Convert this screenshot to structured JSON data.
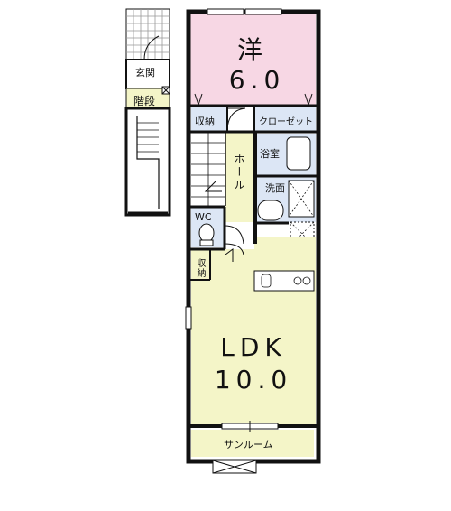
{
  "rooms": {
    "western": {
      "name": "洋",
      "size": "6.0"
    },
    "storage_top": "収納",
    "closet": "クローゼット",
    "hall": "ホール",
    "bath": "浴室",
    "washroom": "洗面",
    "wc": "WC",
    "storage_small": "収納",
    "ldk": {
      "name": "LDK",
      "size": "10.0"
    },
    "sunroom": "サンルーム",
    "entrance": "玄関",
    "stairs": "階段"
  },
  "colors": {
    "western_fill": "#f7d7e4",
    "storage_fill": "#dce6f5",
    "ldk_fill": "#f4f5c8",
    "hall_fill": "#f4f5c8",
    "stairs_fill": "#f4f5c8",
    "wall": "#111111"
  }
}
